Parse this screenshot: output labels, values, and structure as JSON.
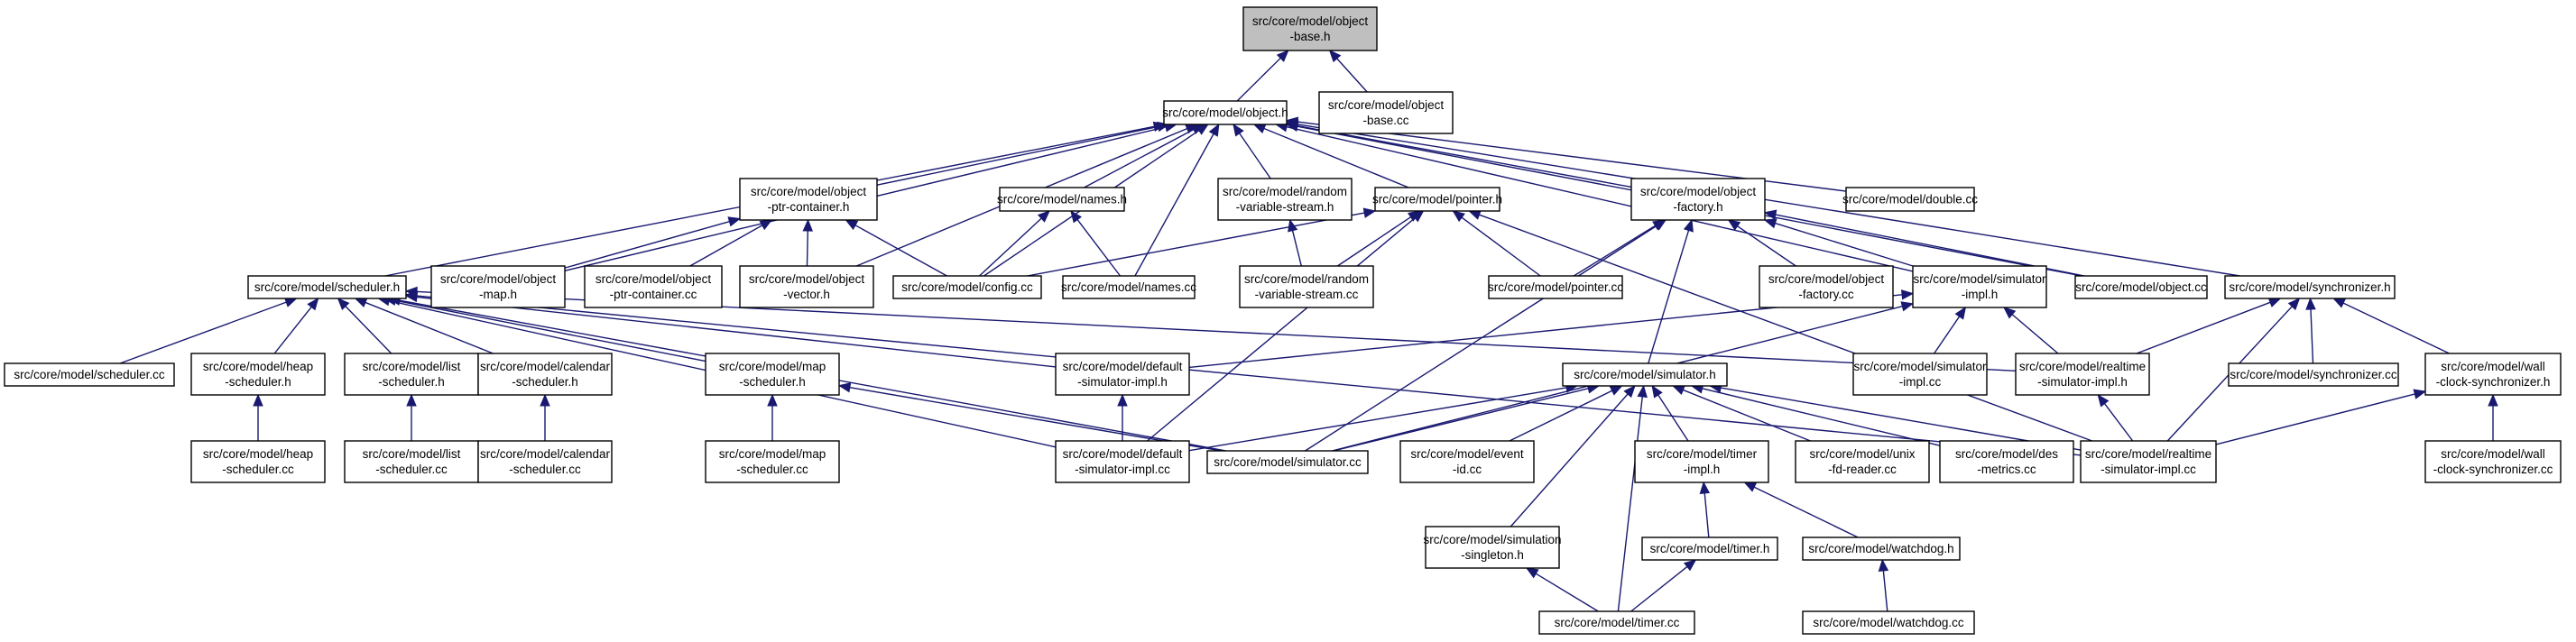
{
  "colors": {
    "edge": "#191970",
    "node_border": "#000000",
    "root_fill": "#bfbfbf",
    "node_fill": "#ffffff"
  },
  "nodes": [
    {
      "id": "object-base-h",
      "lines": [
        "src/core/model/object",
        "-base.h"
      ],
      "root": true
    },
    {
      "id": "object-h",
      "lines": [
        "src/core/model/object.h"
      ]
    },
    {
      "id": "object-base-cc",
      "lines": [
        "src/core/model/object",
        "-base.cc"
      ]
    },
    {
      "id": "object-ptr-container-h",
      "lines": [
        "src/core/model/object",
        "-ptr-container.h"
      ]
    },
    {
      "id": "names-h",
      "lines": [
        "src/core/model/names.h"
      ]
    },
    {
      "id": "random-variable-stream-h",
      "lines": [
        "src/core/model/random",
        "-variable-stream.h"
      ]
    },
    {
      "id": "pointer-h",
      "lines": [
        "src/core/model/pointer.h"
      ]
    },
    {
      "id": "object-factory-h",
      "lines": [
        "src/core/model/object",
        "-factory.h"
      ]
    },
    {
      "id": "double-cc",
      "lines": [
        "src/core/model/double.cc"
      ]
    },
    {
      "id": "scheduler-h",
      "lines": [
        "src/core/model/scheduler.h"
      ]
    },
    {
      "id": "object-map-h",
      "lines": [
        "src/core/model/object",
        "-map.h"
      ]
    },
    {
      "id": "object-ptr-container-cc",
      "lines": [
        "src/core/model/object",
        "-ptr-container.cc"
      ]
    },
    {
      "id": "object-vector-h",
      "lines": [
        "src/core/model/object",
        "-vector.h"
      ]
    },
    {
      "id": "config-cc",
      "lines": [
        "src/core/model/config.cc"
      ]
    },
    {
      "id": "names-cc",
      "lines": [
        "src/core/model/names.cc"
      ]
    },
    {
      "id": "random-variable-stream-cc",
      "lines": [
        "src/core/model/random",
        "-variable-stream.cc"
      ]
    },
    {
      "id": "pointer-cc",
      "lines": [
        "src/core/model/pointer.cc"
      ]
    },
    {
      "id": "object-factory-cc",
      "lines": [
        "src/core/model/object",
        "-factory.cc"
      ]
    },
    {
      "id": "simulator-impl-h",
      "lines": [
        "src/core/model/simulator",
        "-impl.h"
      ]
    },
    {
      "id": "object-cc",
      "lines": [
        "src/core/model/object.cc"
      ]
    },
    {
      "id": "synchronizer-h",
      "lines": [
        "src/core/model/synchronizer.h"
      ]
    },
    {
      "id": "scheduler-cc",
      "lines": [
        "src/core/model/scheduler.cc"
      ]
    },
    {
      "id": "heap-scheduler-h",
      "lines": [
        "src/core/model/heap",
        "-scheduler.h"
      ]
    },
    {
      "id": "list-scheduler-h",
      "lines": [
        "src/core/model/list",
        "-scheduler.h"
      ]
    },
    {
      "id": "calendar-scheduler-h",
      "lines": [
        "src/core/model/calendar",
        "-scheduler.h"
      ]
    },
    {
      "id": "map-scheduler-h",
      "lines": [
        "src/core/model/map",
        "-scheduler.h"
      ]
    },
    {
      "id": "default-simulator-impl-h",
      "lines": [
        "src/core/model/default",
        "-simulator-impl.h"
      ]
    },
    {
      "id": "simulator-h",
      "lines": [
        "src/core/model/simulator.h"
      ]
    },
    {
      "id": "simulator-impl-cc",
      "lines": [
        "src/core/model/simulator",
        "-impl.cc"
      ]
    },
    {
      "id": "realtime-simulator-impl-h",
      "lines": [
        "src/core/model/realtime",
        "-simulator-impl.h"
      ]
    },
    {
      "id": "synchronizer-cc",
      "lines": [
        "src/core/model/synchronizer.cc"
      ]
    },
    {
      "id": "wall-clock-synchronizer-h",
      "lines": [
        "src/core/model/wall",
        "-clock-synchronizer.h"
      ]
    },
    {
      "id": "heap-scheduler-cc",
      "lines": [
        "src/core/model/heap",
        "-scheduler.cc"
      ]
    },
    {
      "id": "list-scheduler-cc",
      "lines": [
        "src/core/model/list",
        "-scheduler.cc"
      ]
    },
    {
      "id": "calendar-scheduler-cc",
      "lines": [
        "src/core/model/calendar",
        "-scheduler.cc"
      ]
    },
    {
      "id": "map-scheduler-cc",
      "lines": [
        "src/core/model/map",
        "-scheduler.cc"
      ]
    },
    {
      "id": "default-simulator-impl-cc",
      "lines": [
        "src/core/model/default",
        "-simulator-impl.cc"
      ]
    },
    {
      "id": "simulator-cc",
      "lines": [
        "src/core/model/simulator.cc"
      ]
    },
    {
      "id": "event-id-cc",
      "lines": [
        "src/core/model/event",
        "-id.cc"
      ]
    },
    {
      "id": "timer-impl-h",
      "lines": [
        "src/core/model/timer",
        "-impl.h"
      ]
    },
    {
      "id": "unix-fd-reader-cc",
      "lines": [
        "src/core/model/unix",
        "-fd-reader.cc"
      ]
    },
    {
      "id": "des-metrics-cc",
      "lines": [
        "src/core/model/des",
        "-metrics.cc"
      ]
    },
    {
      "id": "realtime-simulator-impl-cc",
      "lines": [
        "src/core/model/realtime",
        "-simulator-impl.cc"
      ]
    },
    {
      "id": "wall-clock-synchronizer-cc",
      "lines": [
        "src/core/model/wall",
        "-clock-synchronizer.cc"
      ]
    },
    {
      "id": "simulation-singleton-h",
      "lines": [
        "src/core/model/simulation",
        "-singleton.h"
      ]
    },
    {
      "id": "timer-h",
      "lines": [
        "src/core/model/timer.h"
      ]
    },
    {
      "id": "watchdog-h",
      "lines": [
        "src/core/model/watchdog.h"
      ]
    },
    {
      "id": "timer-cc",
      "lines": [
        "src/core/model/timer.cc"
      ]
    },
    {
      "id": "watchdog-cc",
      "lines": [
        "src/core/model/watchdog.cc"
      ]
    }
  ],
  "edges": [
    [
      "object-h",
      "object-base-h"
    ],
    [
      "object-base-cc",
      "object-base-h"
    ],
    [
      "object-ptr-container-h",
      "object-h"
    ],
    [
      "names-h",
      "object-h"
    ],
    [
      "random-variable-stream-h",
      "object-h"
    ],
    [
      "pointer-h",
      "object-h"
    ],
    [
      "object-factory-h",
      "object-h"
    ],
    [
      "double-cc",
      "object-h"
    ],
    [
      "scheduler-h",
      "object-h"
    ],
    [
      "object-map-h",
      "object-h"
    ],
    [
      "object-vector-h",
      "object-h"
    ],
    [
      "config-cc",
      "object-h"
    ],
    [
      "names-cc",
      "object-h"
    ],
    [
      "simulator-impl-h",
      "object-h"
    ],
    [
      "object-cc",
      "object-h"
    ],
    [
      "synchronizer-h",
      "object-h"
    ],
    [
      "object-map-h",
      "object-ptr-container-h"
    ],
    [
      "object-ptr-container-cc",
      "object-ptr-container-h"
    ],
    [
      "object-vector-h",
      "object-ptr-container-h"
    ],
    [
      "config-cc",
      "object-ptr-container-h"
    ],
    [
      "config-cc",
      "names-h"
    ],
    [
      "names-cc",
      "names-h"
    ],
    [
      "random-variable-stream-cc",
      "random-variable-stream-h"
    ],
    [
      "config-cc",
      "pointer-h"
    ],
    [
      "random-variable-stream-cc",
      "pointer-h"
    ],
    [
      "pointer-cc",
      "pointer-h"
    ],
    [
      "default-simulator-impl-cc",
      "pointer-h"
    ],
    [
      "realtime-simulator-impl-cc",
      "pointer-h"
    ],
    [
      "pointer-cc",
      "object-factory-h"
    ],
    [
      "object-factory-cc",
      "object-factory-h"
    ],
    [
      "simulator-impl-h",
      "object-factory-h"
    ],
    [
      "object-cc",
      "object-factory-h"
    ],
    [
      "simulator-h",
      "object-factory-h"
    ],
    [
      "simulator-cc",
      "object-factory-h"
    ],
    [
      "scheduler-cc",
      "scheduler-h"
    ],
    [
      "heap-scheduler-h",
      "scheduler-h"
    ],
    [
      "list-scheduler-h",
      "scheduler-h"
    ],
    [
      "calendar-scheduler-h",
      "scheduler-h"
    ],
    [
      "map-scheduler-h",
      "scheduler-h"
    ],
    [
      "default-simulator-impl-h",
      "scheduler-h"
    ],
    [
      "realtime-simulator-impl-h",
      "scheduler-h"
    ],
    [
      "simulator-cc",
      "scheduler-h"
    ],
    [
      "default-simulator-impl-cc",
      "scheduler-h"
    ],
    [
      "realtime-simulator-impl-cc",
      "scheduler-h"
    ],
    [
      "default-simulator-impl-h",
      "simulator-impl-h"
    ],
    [
      "simulator-impl-cc",
      "simulator-impl-h"
    ],
    [
      "realtime-simulator-impl-h",
      "simulator-impl-h"
    ],
    [
      "simulator-cc",
      "simulator-impl-h"
    ],
    [
      "realtime-simulator-impl-h",
      "synchronizer-h"
    ],
    [
      "synchronizer-cc",
      "synchronizer-h"
    ],
    [
      "wall-clock-synchronizer-h",
      "synchronizer-h"
    ],
    [
      "realtime-simulator-impl-cc",
      "synchronizer-h"
    ],
    [
      "heap-scheduler-cc",
      "heap-scheduler-h"
    ],
    [
      "list-scheduler-cc",
      "list-scheduler-h"
    ],
    [
      "calendar-scheduler-cc",
      "calendar-scheduler-h"
    ],
    [
      "map-scheduler-cc",
      "map-scheduler-h"
    ],
    [
      "simulator-cc",
      "map-scheduler-h"
    ],
    [
      "default-simulator-impl-cc",
      "default-simulator-impl-h"
    ],
    [
      "realtime-simulator-impl-cc",
      "realtime-simulator-impl-h"
    ],
    [
      "wall-clock-synchronizer-cc",
      "wall-clock-synchronizer-h"
    ],
    [
      "realtime-simulator-impl-cc",
      "wall-clock-synchronizer-h"
    ],
    [
      "default-simulator-impl-cc",
      "simulator-h"
    ],
    [
      "simulator-cc",
      "simulator-h"
    ],
    [
      "event-id-cc",
      "simulator-h"
    ],
    [
      "timer-impl-h",
      "simulator-h"
    ],
    [
      "unix-fd-reader-cc",
      "simulator-h"
    ],
    [
      "des-metrics-cc",
      "simulator-h"
    ],
    [
      "realtime-simulator-impl-cc",
      "simulator-h"
    ],
    [
      "simulation-singleton-h",
      "simulator-h"
    ],
    [
      "timer-cc",
      "simulator-h"
    ],
    [
      "timer-h",
      "timer-impl-h"
    ],
    [
      "watchdog-h",
      "timer-impl-h"
    ],
    [
      "timer-cc",
      "timer-h"
    ],
    [
      "timer-cc",
      "simulation-singleton-h"
    ],
    [
      "watchdog-cc",
      "watchdog-h"
    ]
  ]
}
